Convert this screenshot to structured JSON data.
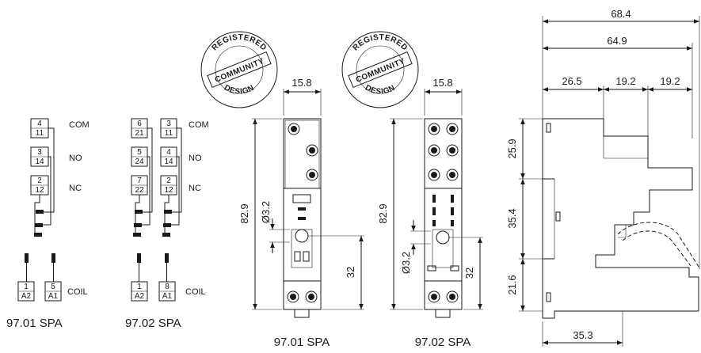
{
  "schematic_01": {
    "pins": [
      "4",
      "11",
      "3",
      "14",
      "2",
      "12",
      "1",
      "A2",
      "5",
      "A1"
    ],
    "terminals": [
      "COM",
      "NO",
      "NC",
      "COIL"
    ],
    "caption": "97.01 SPA"
  },
  "schematic_02": {
    "pins": [
      "6",
      "21",
      "5",
      "24",
      "7",
      "22",
      "3",
      "11",
      "4",
      "14",
      "2",
      "12",
      "1",
      "A2",
      "8",
      "A1"
    ],
    "terminals": [
      "COM",
      "NO",
      "NC",
      "COIL"
    ],
    "caption": "97.02 SPA"
  },
  "seal": {
    "top": "REGISTERED",
    "middle": "COMMUNITY",
    "bottom": "DESIGN"
  },
  "front_01": {
    "width": "15.8",
    "height": "82.9",
    "hole": "Ø3.2",
    "hole_height": "32",
    "caption": "97.01 SPA"
  },
  "front_02": {
    "width": "15.8",
    "height": "82.9",
    "hole": "Ø3.2",
    "hole_height": "32",
    "caption": "97.02 SPA"
  },
  "side": {
    "overall": "68.4",
    "span": "64.9",
    "seg1": "26.5",
    "seg2": "19.2",
    "seg3": "19.2",
    "v1": "25.9",
    "v2": "35.4",
    "v3": "21.6",
    "base": "35.3"
  }
}
